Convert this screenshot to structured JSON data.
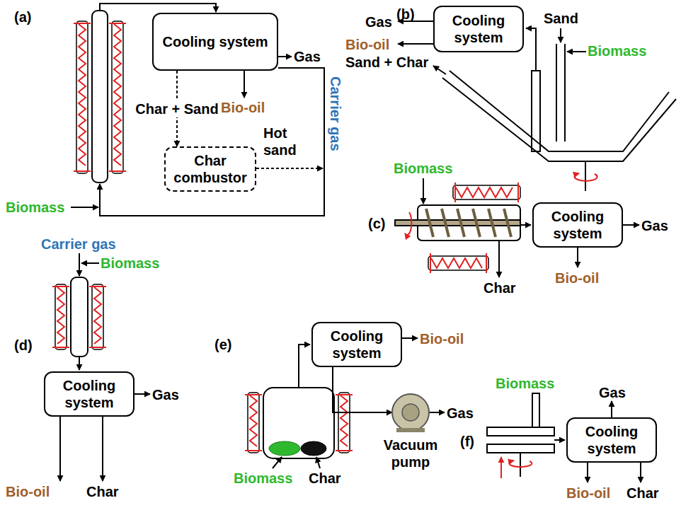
{
  "diagram": {
    "nodes": [
      {
        "text": [
          "Cooling system"
        ]
      },
      {
        "text": [
          "Char combustor"
        ]
      },
      {
        "text": [
          "Cooling system"
        ]
      },
      {
        "text": [
          "Cooling system"
        ]
      },
      {
        "text": [
          "Cooling system"
        ]
      },
      {
        "text": [
          "Cooling system"
        ]
      },
      {
        "text": [
          "Vacuum pump"
        ]
      },
      {
        "text": [
          "Cooling system"
        ]
      }
    ],
    "edges": [
      {
        "from": 0,
        "to": 1,
        "arrow": "to",
        "label": "Char + Sand"
      },
      {
        "from": 5,
        "to": 6,
        "arrow": "to"
      }
    ],
    "labels": [
      "(a)",
      "Gas",
      "Bio-oil",
      "Hot sand",
      "Carrier gas",
      "Biomass",
      "(b)",
      "Gas",
      "Bio-oil",
      "Sand",
      "Biomass",
      "Sand + Char",
      "Biomass",
      "(c)",
      "Gas",
      "Char",
      "Bio-oil",
      "Carrier gas",
      "Biomass",
      "(d)",
      "Gas",
      "Bio-oil",
      "Char",
      "(e)",
      "Bio-oil",
      "Gas",
      "Biomass",
      "Char",
      "Biomass",
      "Gas",
      "(f)",
      "Bio-oil",
      "Char"
    ]
  }
}
